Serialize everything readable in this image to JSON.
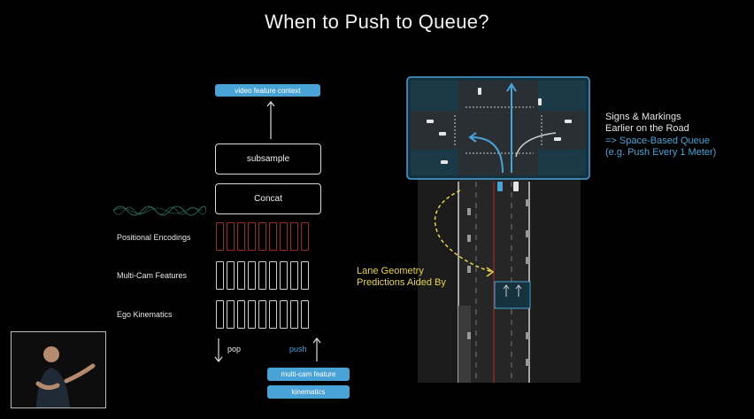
{
  "slide": {
    "title": "When to Push to Queue?"
  },
  "diagram": {
    "top_output": "video feature context",
    "subsample": "subsample",
    "concat": "Concat",
    "rows": [
      {
        "label": "Positional Encodings",
        "cells": 9,
        "style": "red"
      },
      {
        "label": "Multi-Cam Features",
        "cells": 9,
        "style": "white"
      },
      {
        "label": "Ego Kinematics",
        "cells": 9,
        "style": "white"
      }
    ],
    "pop_label": "pop",
    "push_label": "push",
    "inputs": [
      "multi-cam feature",
      "kinematics"
    ]
  },
  "right_panel": {
    "signs_lines": [
      "Signs & Markings",
      "Earlier on the Road"
    ],
    "queue_lines": [
      "=> Space-Based Queue",
      "(e.g. Push Every 1 Meter)"
    ],
    "lane_lines": [
      "Lane Geometry",
      "Predictions Aided By"
    ]
  },
  "colors": {
    "accent_blue": "#4aa3d6",
    "lane_yellow": "#e8d44a",
    "red_cell": "#a02a2a"
  }
}
